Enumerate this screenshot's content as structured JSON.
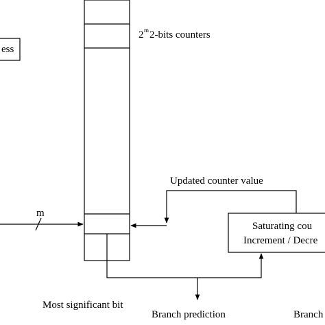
{
  "labels": {
    "address": "ess",
    "counters_base": "2",
    "counters_exp": "m",
    "counters_rest": " 2-bits counters",
    "updated": "Updated counter value",
    "bus_m": "m",
    "saturating": "Saturating cou",
    "incdec": "Increment / Decre",
    "msb": "Most significant bit",
    "branch_pred": "Branch prediction",
    "branch_right": "Branch"
  }
}
